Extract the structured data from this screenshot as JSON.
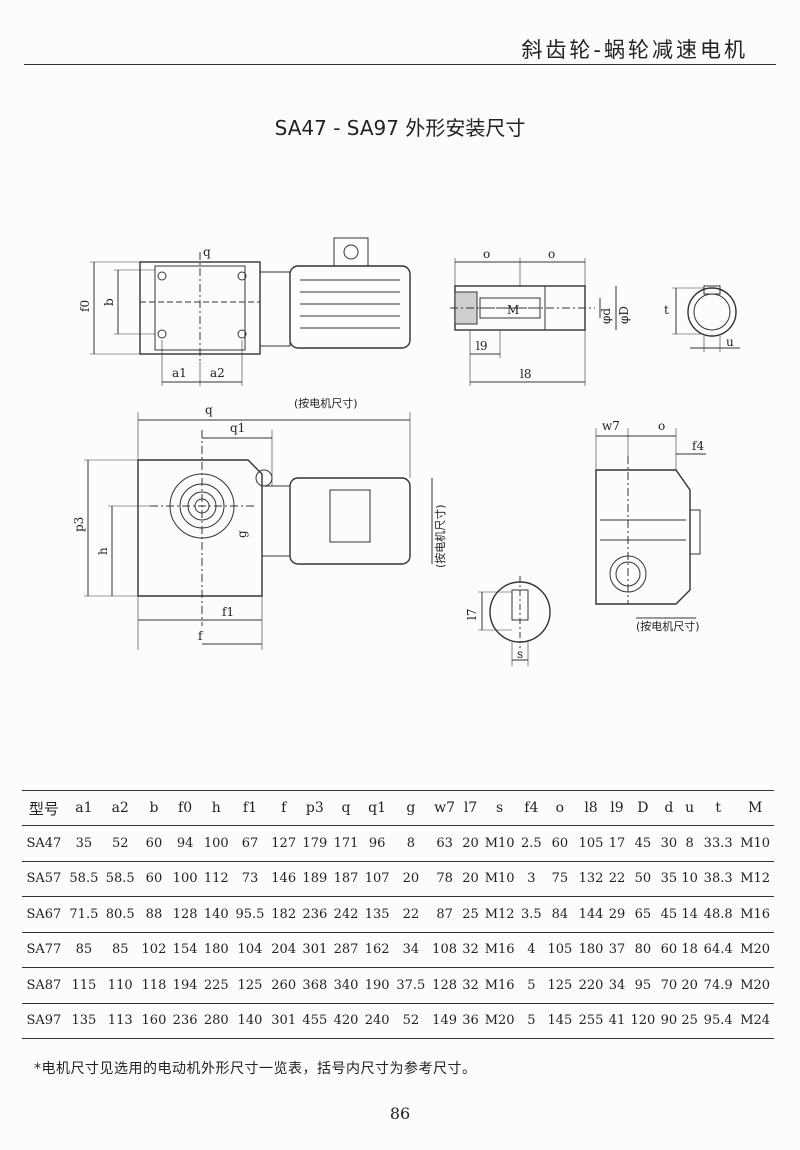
{
  "header": {
    "title": "斜齿轮-蜗轮减速电机"
  },
  "page_title": "SA47 - SA97 外形安装尺寸",
  "drawing_labels": {
    "top_view": {
      "f0": "f0",
      "b": "b",
      "q": "q",
      "a1": "a1",
      "a2": "a2"
    },
    "motor_note": "(按电机尺寸)",
    "shaft_section": {
      "o1": "o",
      "o2": "o",
      "M": "M",
      "phi_d": "φd",
      "phi_D": "φD",
      "l9": "l9",
      "l8": "l8"
    },
    "hollow_end": {
      "t": "t",
      "u": "u"
    },
    "front_view": {
      "q": "q",
      "q1": "q1",
      "p3": "p3",
      "h": "h",
      "g": "g",
      "f1": "f1",
      "f": "f"
    },
    "motor_note_vertical": "(按电机尺寸)",
    "side_view": {
      "w7": "w7",
      "o": "o",
      "f4": "f4"
    },
    "side_motor_note": "(按电机尺寸)",
    "keyway": {
      "l7": "l7",
      "s": "s"
    }
  },
  "table": {
    "headers": [
      "型号",
      "a1",
      "a2",
      "b",
      "f0",
      "h",
      "f1",
      "f",
      "p3",
      "q",
      "q1",
      "g",
      "w7",
      "l7",
      "s",
      "f4",
      "o",
      "l8",
      "l9",
      "D",
      "d",
      "u",
      "t",
      "M"
    ],
    "rows": [
      [
        "SA47",
        "35",
        "52",
        "60",
        "94",
        "100",
        "67",
        "127",
        "179",
        "171",
        "96",
        "8",
        "63",
        "20",
        "M10",
        "2.5",
        "60",
        "105",
        "17",
        "45",
        "30",
        "8",
        "33.3",
        "M10"
      ],
      [
        "SA57",
        "58.5",
        "58.5",
        "60",
        "100",
        "112",
        "73",
        "146",
        "189",
        "187",
        "107",
        "20",
        "78",
        "20",
        "M10",
        "3",
        "75",
        "132",
        "22",
        "50",
        "35",
        "10",
        "38.3",
        "M12"
      ],
      [
        "SA67",
        "71.5",
        "80.5",
        "88",
        "128",
        "140",
        "95.5",
        "182",
        "236",
        "242",
        "135",
        "22",
        "87",
        "25",
        "M12",
        "3.5",
        "84",
        "144",
        "29",
        "65",
        "45",
        "14",
        "48.8",
        "M16"
      ],
      [
        "SA77",
        "85",
        "85",
        "102",
        "154",
        "180",
        "104",
        "204",
        "301",
        "287",
        "162",
        "34",
        "108",
        "32",
        "M16",
        "4",
        "105",
        "180",
        "37",
        "80",
        "60",
        "18",
        "64.4",
        "M20"
      ],
      [
        "SA87",
        "115",
        "110",
        "118",
        "194",
        "225",
        "125",
        "260",
        "368",
        "340",
        "190",
        "37.5",
        "128",
        "32",
        "M16",
        "5",
        "125",
        "220",
        "34",
        "95",
        "70",
        "20",
        "74.9",
        "M20"
      ],
      [
        "SA97",
        "135",
        "113",
        "160",
        "236",
        "280",
        "140",
        "301",
        "455",
        "420",
        "240",
        "52",
        "149",
        "36",
        "M20",
        "5",
        "145",
        "255",
        "41",
        "120",
        "90",
        "25",
        "95.4",
        "M24"
      ]
    ]
  },
  "footnote": "*电机尺寸见选用的电动机外形尺寸一览表，括号内尺寸为参考尺寸。",
  "page_number": "86"
}
